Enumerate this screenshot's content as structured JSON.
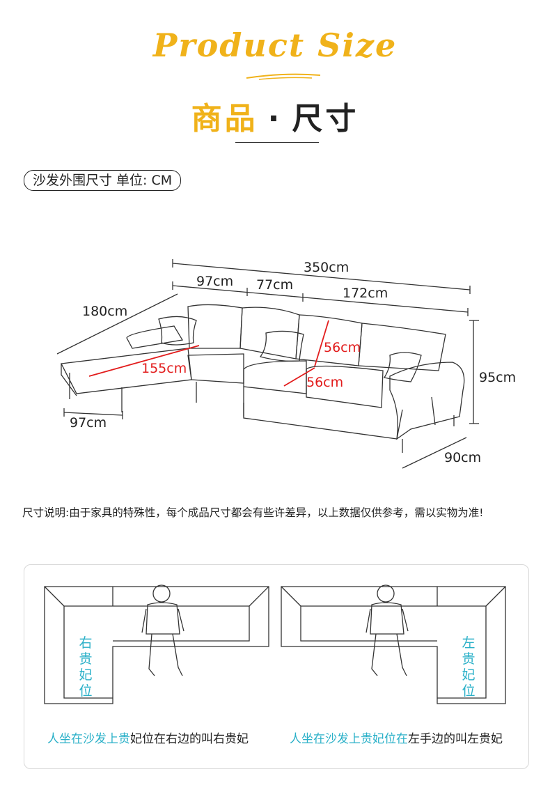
{
  "header": {
    "title_en": "Product Size",
    "title_cn_a": "商品",
    "title_cn_dot": "·",
    "title_cn_b": "尺寸",
    "accent_color": "#f0b21a"
  },
  "badge": {
    "label": "沙发外围尺寸 单位: CM"
  },
  "dimensions": {
    "total_width": "350cm",
    "seg_1": "97cm",
    "seg_2": "77cm",
    "seg_3": "172cm",
    "chaise_length": "180cm",
    "seat_depth_chaise": "155cm",
    "back_height": "56cm",
    "seat_depth": "56cm",
    "height": "95cm",
    "chaise_width": "97cm",
    "depth": "90cm",
    "highlight_color": "#e21c1c"
  },
  "note": {
    "text": "尺寸说明:由于家具的特殊性，每个成品尺寸都会有些许差异，以上数据仅供参考，需以实物为准!"
  },
  "orientation": {
    "left_label": "右贵妃位",
    "right_label": "左贵妃位",
    "left_caption_teal": "人坐在沙发上贵",
    "left_caption_dark": "妃位在右边的叫右贵妃",
    "right_caption_teal": "人坐在沙发上贵妃位在",
    "right_caption_dark": "左手边的叫左贵妃",
    "teal_color": "#2ab0c8"
  }
}
